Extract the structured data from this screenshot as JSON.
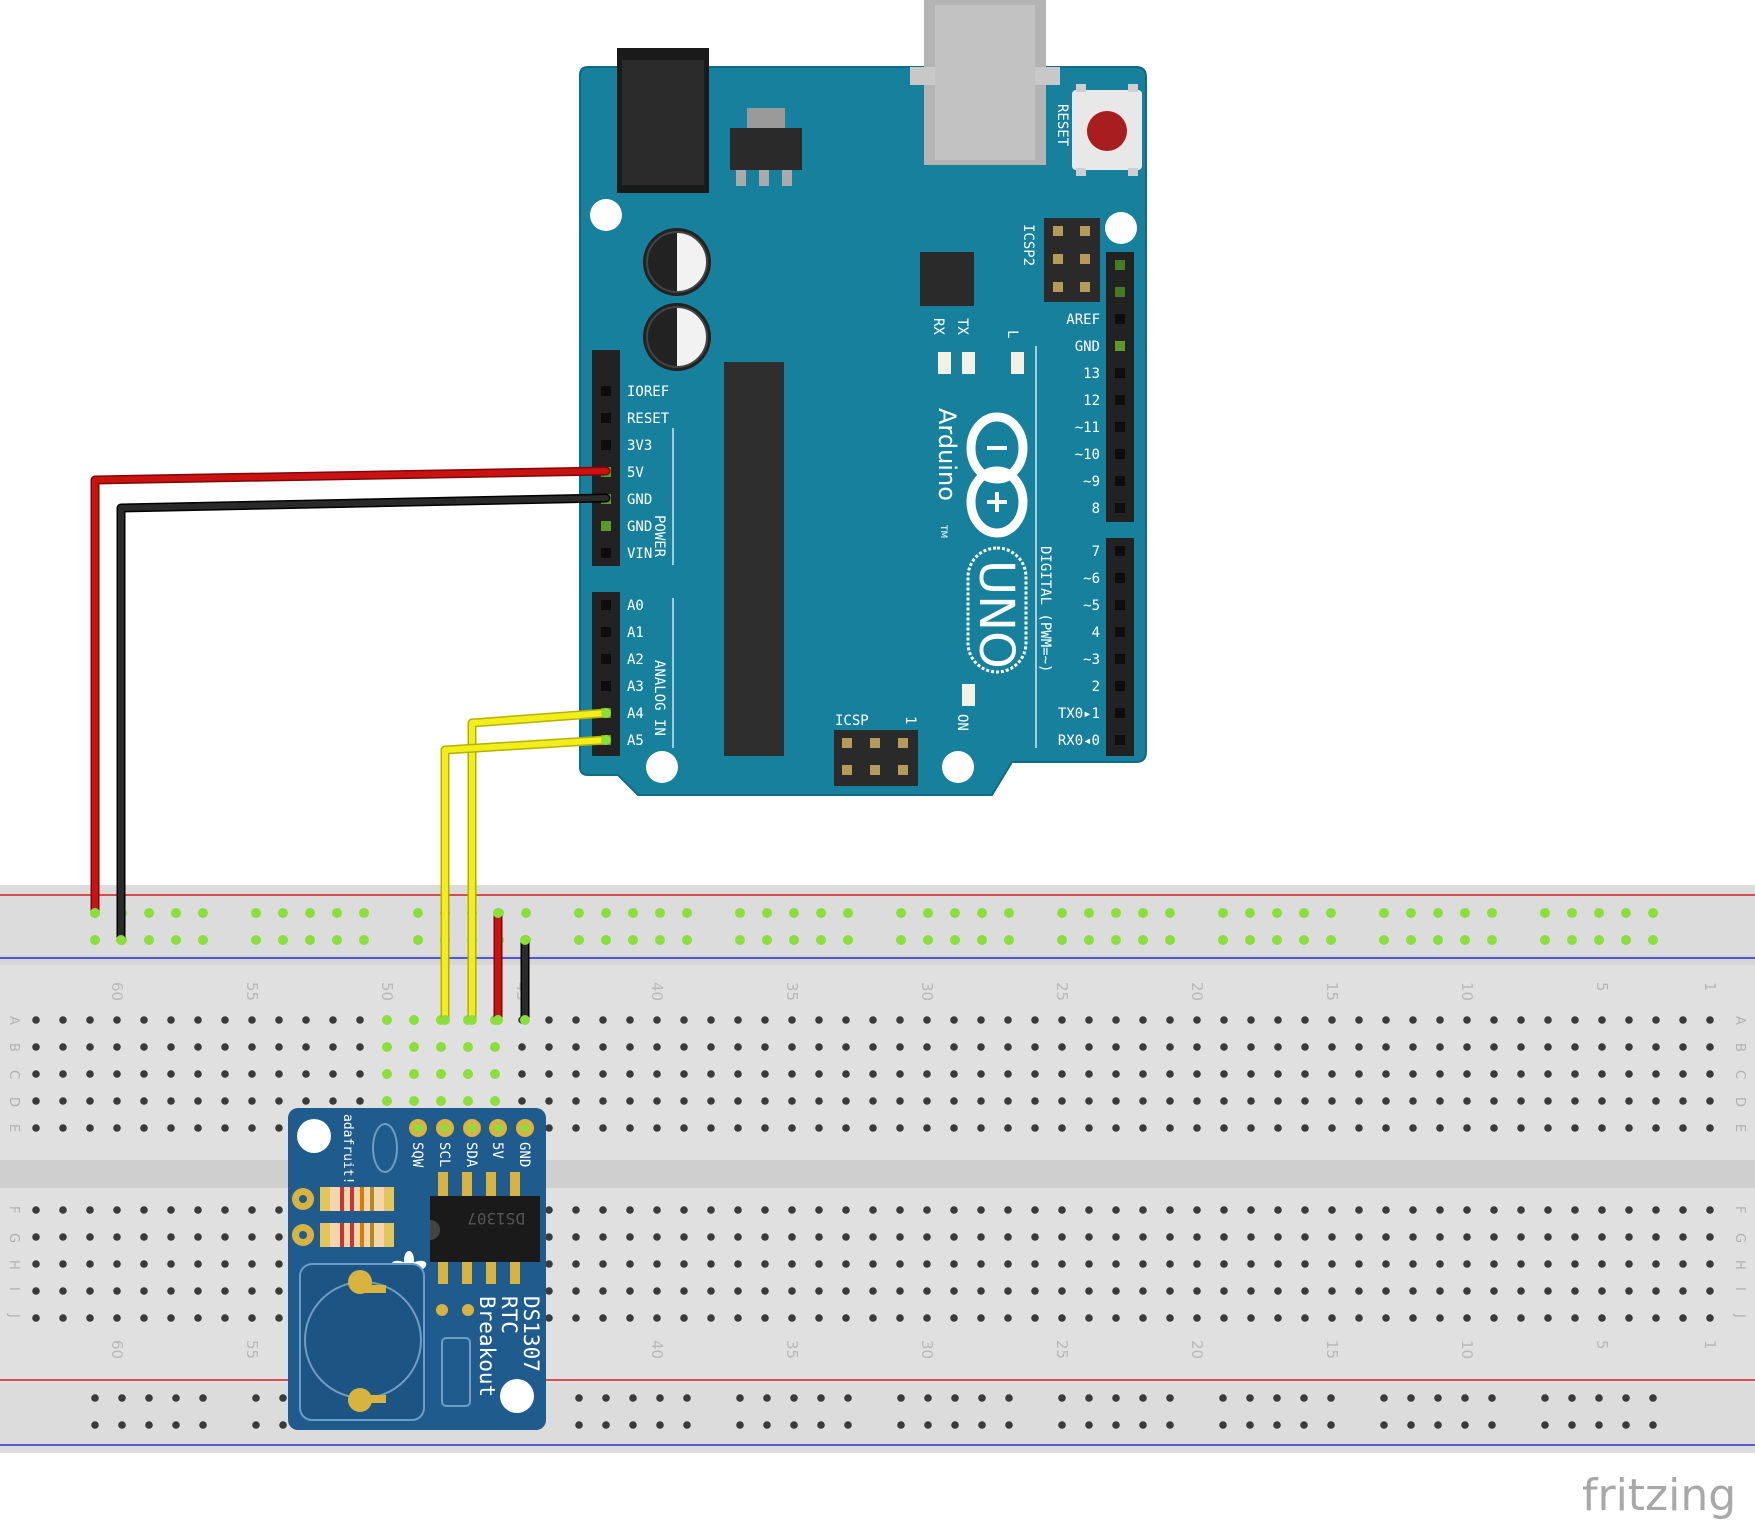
{
  "arduino": {
    "brand": "Arduino",
    "model": "UNO",
    "tm": "TM",
    "reset_label": "RESET",
    "icsp2_label": "ICSP2",
    "icsp_label": "ICSP",
    "icsp_one": "1",
    "tx_label": "TX",
    "rx_label": "RX",
    "l_label": "L",
    "on_label": "ON",
    "power_label": "POWER",
    "analog_label": "ANALOG IN",
    "digital_label": "DIGITAL (PWM=~)",
    "power_pins": [
      "IOREF",
      "RESET",
      "3V3",
      "5V",
      "GND",
      "GND",
      "VIN"
    ],
    "analog_pins": [
      "A0",
      "A1",
      "A2",
      "A3",
      "A4",
      "A5"
    ],
    "digital_top_pins": [
      "AREF",
      "GND",
      "13",
      "12",
      "~11",
      "~10",
      "~9",
      "8"
    ],
    "digital_bottom_pins": [
      "7",
      "~6",
      "~5",
      "4",
      "~3",
      "2",
      "TX0▸1",
      "RX0◂0"
    ],
    "board_color": "#17809d"
  },
  "rtc": {
    "title_line1": "DS1307",
    "title_line2": "RTC",
    "title_line3": "Breakout",
    "chip_label": "DS1307",
    "brand": "adafruit!",
    "pins": [
      "SQW",
      "SCL",
      "SDA",
      "5V",
      "GND"
    ],
    "board_color": "#1f5b8c"
  },
  "breadboard": {
    "column_numbers": [
      "60",
      "55",
      "50",
      "45",
      "40",
      "35",
      "30",
      "25",
      "20",
      "15",
      "10",
      "5",
      "1"
    ],
    "row_letters_top": [
      "A",
      "B",
      "C",
      "D",
      "E"
    ],
    "row_letters_bottom": [
      "F",
      "G",
      "H",
      "I",
      "J"
    ]
  },
  "wires": {
    "power_color": "#cc1111",
    "ground_color": "#222222",
    "signal_color": "#f2ee1a"
  },
  "watermark": "fritzing"
}
